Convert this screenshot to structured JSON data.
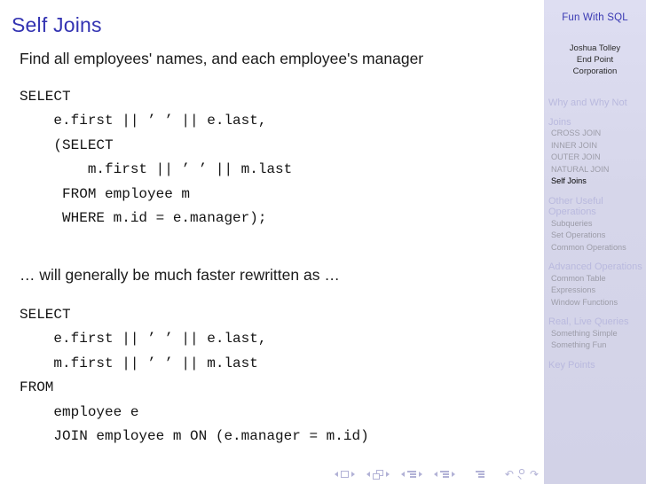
{
  "slide": {
    "title": "Self Joins",
    "lead": "Find all employees' names, and each employee's manager",
    "code_block_1": "SELECT\n    e.first || ’ ’ || e.last,\n    (SELECT\n        m.first || ’ ’ || m.last\n     FROM employee m\n     WHERE m.id = e.manager);",
    "middle_text": "… will generally be much faster rewritten as …",
    "code_block_2": "SELECT\n    e.first || ’ ’ || e.last,\n    m.first || ’ ’ || m.last\nFROM\n    employee e\n    JOIN employee m ON (e.manager = m.id)"
  },
  "sidebar": {
    "presentation_title": "Fun With SQL",
    "author_lines": [
      "Joshua Tolley",
      "End Point",
      "Corporation"
    ],
    "nav": [
      {
        "label": "Why and Why Not",
        "level": "section",
        "state": "inactive"
      },
      {
        "label": "Joins",
        "level": "section",
        "state": "inactive"
      },
      {
        "label": "CROSS JOIN",
        "level": "subsection",
        "state": "inactive"
      },
      {
        "label": "INNER JOIN",
        "level": "subsection",
        "state": "inactive"
      },
      {
        "label": "OUTER JOIN",
        "level": "subsection",
        "state": "inactive"
      },
      {
        "label": "NATURAL JOIN",
        "level": "subsection",
        "state": "inactive"
      },
      {
        "label": "Self Joins",
        "level": "subsection",
        "state": "current"
      },
      {
        "label": "Other Useful Operations",
        "level": "section",
        "state": "inactive"
      },
      {
        "label": "Subqueries",
        "level": "subsection",
        "state": "inactive"
      },
      {
        "label": "Set Operations",
        "level": "subsection",
        "state": "inactive"
      },
      {
        "label": "Common Operations",
        "level": "subsection",
        "state": "inactive"
      },
      {
        "label": "Advanced Operations",
        "level": "section",
        "state": "inactive"
      },
      {
        "label": "Common Table Expressions",
        "level": "subsection",
        "state": "inactive"
      },
      {
        "label": "Window Functions",
        "level": "subsection",
        "state": "inactive"
      },
      {
        "label": "Real, Live Queries",
        "level": "section",
        "state": "inactive"
      },
      {
        "label": "Something Simple",
        "level": "subsection",
        "state": "inactive"
      },
      {
        "label": "Something Fun",
        "level": "subsection",
        "state": "inactive"
      },
      {
        "label": "Key Points",
        "level": "section",
        "state": "inactive"
      }
    ]
  },
  "footer_nav": {
    "back_glyph": "↶",
    "forward_glyph": "↷",
    "icons": [
      "prev-slide-icon",
      "slide-icon",
      "next-slide-icon",
      "prev-frame-icon",
      "frames-icon",
      "next-frame-icon",
      "prev-subsection-icon",
      "subsection-list-icon",
      "next-subsection-icon",
      "prev-section-icon",
      "section-list-icon",
      "next-section-icon",
      "presentation-outline-icon",
      "back-icon",
      "search-icon",
      "forward-icon"
    ]
  },
  "colors": {
    "accent_blue": "#3333b2",
    "sidebar_background": "#d6d6ea",
    "sidebar_section_inactive": "#b9b9de",
    "sidebar_subsection_inactive": "#9c9ca8",
    "sidebar_current_item": "#000000",
    "nav_symbols": "#b2b2d6",
    "body_text": "#1a1a1a"
  }
}
